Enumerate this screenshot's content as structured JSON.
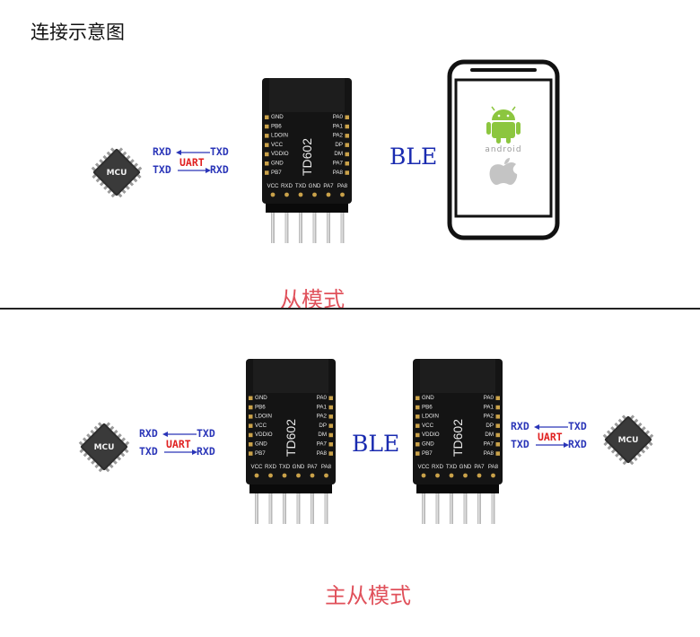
{
  "page_title": "连接示意图",
  "slave_mode": {
    "label": "从模式",
    "ble": "BLE"
  },
  "master_slave_mode": {
    "label": "主从模式",
    "ble": "BLE"
  },
  "mcu_label": "MCU",
  "uart": {
    "rxd": "RXD",
    "txd": "TXD",
    "uart": "UART"
  },
  "module": {
    "name": "TD602",
    "left_pins": [
      "GND",
      "PB6",
      "LDOIN",
      "VCC",
      "VDDIO",
      "GND",
      "PB7"
    ],
    "right_pins": [
      "PA0",
      "PA1",
      "PA2",
      "DP",
      "DM",
      "PA7",
      "PA8"
    ],
    "bottom_pins": [
      "VCC",
      "RXD",
      "TXD",
      "GND",
      "PA7",
      "PA8"
    ]
  },
  "phone": {
    "android_text": "android"
  },
  "colors": {
    "mode_label": "#e0505a",
    "ble": "#1a2bb0",
    "uart_blue": "#2a35b8",
    "uart_red": "#e02020",
    "module_body": "#141414",
    "android_green": "#8cc63f"
  }
}
